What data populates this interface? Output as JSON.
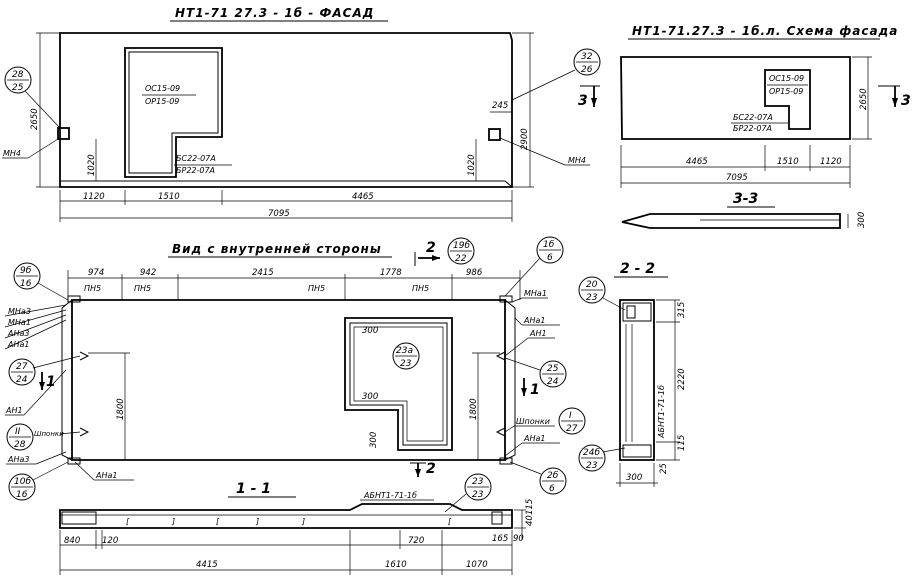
{
  "facade": {
    "title": "НТ1-71 27.3 - 1б - ФАСАД",
    "window_label_1": "ОС15-09",
    "window_label_2": "ОР15-09",
    "door_label_1": "БС22-07А",
    "door_label_2": "БР22-07А",
    "mark_left": "МН4",
    "mark_right": "МН4",
    "callout_left": {
      "top": "28",
      "bottom": "25"
    },
    "callout_right": {
      "top": "32",
      "bottom": "26"
    },
    "dims": {
      "h_left": "2650",
      "h_right": "2900",
      "sill_left": "1020",
      "sill_right": "1020",
      "small": "245",
      "d1": "1120",
      "d2": "1510",
      "d3": "4465",
      "total": "7095"
    }
  },
  "scheme": {
    "title": "НТ1-71.27.3 - 1б.л. Схема фасада",
    "window_label_1": "ОС15-09",
    "window_label_2": "ОР15-09",
    "door_label_1": "БС22-07А",
    "door_label_2": "БР22-07А",
    "section_left": "3",
    "section_right": "3",
    "dims": {
      "h": "2650",
      "d1": "4465",
      "d2": "1510",
      "d3": "1120",
      "total": "7095"
    }
  },
  "section33": {
    "title": "3-3",
    "dim": "300"
  },
  "inner": {
    "title": "Вид с внутренней стороны",
    "section_mark": "2",
    "callout_top_right": {
      "top": "19б",
      "bottom": "22"
    },
    "callout_right_top": {
      "top": "1б",
      "bottom": "6"
    },
    "callout_left_top": {
      "top": "9б",
      "bottom": "16"
    },
    "callout_left_mid": {
      "top": "27",
      "bottom": "24"
    },
    "callout_left_low": {
      "top": "II",
      "bottom": "28"
    },
    "callout_left_bottom": {
      "top": "10б",
      "bottom": "16"
    },
    "callout_center": {
      "top": "23а",
      "bottom": "23"
    },
    "callout_right_mid": {
      "top": "25",
      "bottom": "24"
    },
    "callout_right_low": {
      "top": "I",
      "bottom": "27"
    },
    "callout_right_bottom": {
      "top": "2б",
      "bottom": "6"
    },
    "labels": [
      "МНа3",
      "МНа1",
      "АНа3",
      "АНа1",
      "АН1",
      "Шпонки",
      "АНа3",
      "АНа1",
      "МНа1",
      "АНа1",
      "АН1",
      "Шпонки",
      "АНа1"
    ],
    "pn": [
      "ПН5",
      "ПН5",
      "ПН5",
      "ПН5"
    ],
    "dims": {
      "t1": "974",
      "t2": "942",
      "t3": "2415",
      "t4": "1778",
      "t5": "986",
      "h_left": "1800",
      "h_right": "1800",
      "w300a": "300",
      "w300b": "300",
      "w300c": "300"
    },
    "sec_left": "1",
    "sec_right": "1",
    "sec_bottom": "2"
  },
  "section11": {
    "title": "1 - 1",
    "label": "АБНТ1-71-1б",
    "callout": {
      "top": "23",
      "bottom": "23"
    },
    "dims": {
      "d1": "840",
      "d2": "120",
      "d3": "4415",
      "d4": "720",
      "d5": "1610",
      "d6": "165",
      "d7": "1070",
      "v1": "40",
      "v2": "115",
      "v3": "90"
    }
  },
  "section22": {
    "title": "2 - 2",
    "callout_top": {
      "top": "20",
      "bottom": "23"
    },
    "callout_bottom": {
      "top": "24б",
      "bottom": "23"
    },
    "label": "АБНТ1-71-1б",
    "dims": {
      "d1": "315",
      "d2": "2220",
      "d3": "115",
      "d4": "25",
      "w": "300"
    }
  }
}
